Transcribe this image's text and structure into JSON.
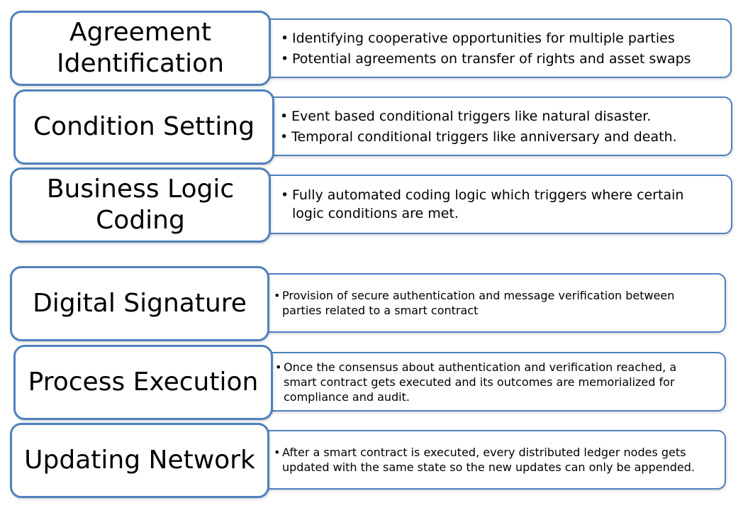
{
  "steps": [
    {
      "title": "Agreement Identification",
      "bullets": [
        "Identifying cooperative opportunities for multiple parties",
        "Potential agreements on transfer of rights and  asset swaps"
      ]
    },
    {
      "title": "Condition Setting",
      "bullets": [
        "Event based conditional triggers like natural disaster.",
        "Temporal conditional triggers like anniversary and death."
      ]
    },
    {
      "title": "Business Logic Coding",
      "bullets": [
        "Fully automated coding logic which triggers where certain logic conditions are met."
      ]
    },
    {
      "title": "Digital Signature",
      "bullets": [
        "Provision of secure authentication and message verification between parties related to a smart contract"
      ]
    },
    {
      "title": "Process Execution",
      "bullets": [
        "Once the consensus about authentication and verification reached, a smart contract gets executed and its outcomes are memorialized for compliance and audit."
      ]
    },
    {
      "title": "Updating Network",
      "bullets": [
        "After a smart contract is executed, every distributed ledger nodes gets updated with the same state so the new updates can only be appended."
      ]
    }
  ]
}
